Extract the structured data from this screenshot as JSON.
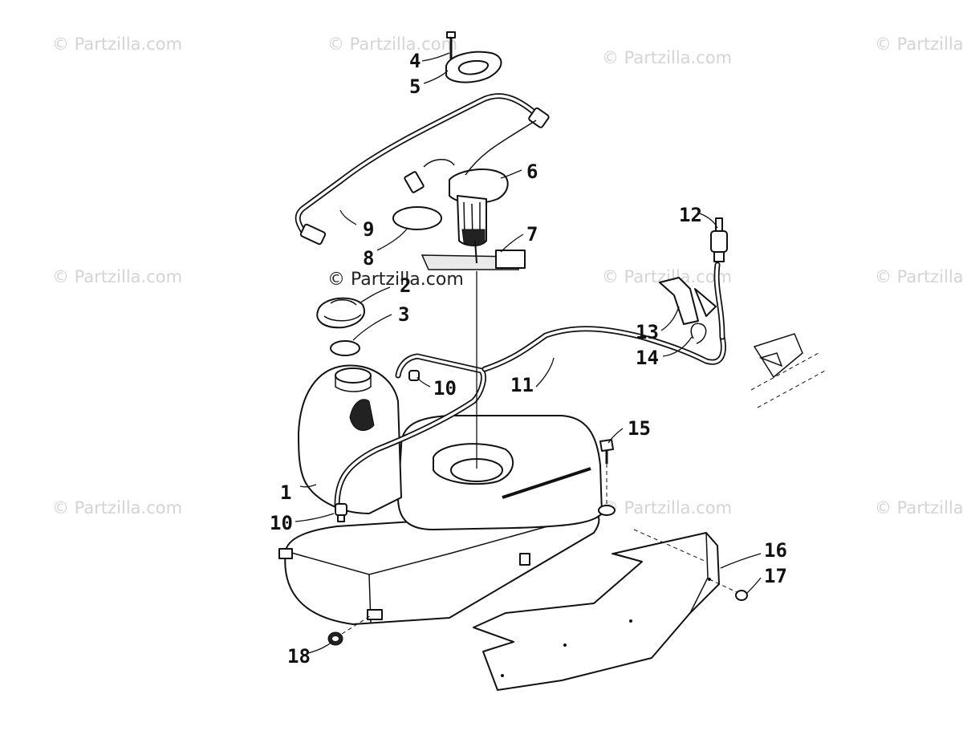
{
  "watermarks": [
    "© Partzilla.com",
    "© Partzilla.com",
    "© Partzilla.com",
    "© Partzilla.com",
    "© Partzilla.com",
    "© Partzilla.com",
    "© Partzilla.com",
    "© Partzilla.com",
    "© Partzilla.com",
    "© Partzilla.com"
  ],
  "center_watermark": "© Partzilla.com",
  "callouts": [
    "1",
    "2",
    "3",
    "4",
    "5",
    "6",
    "7",
    "8",
    "9",
    "10",
    "10",
    "11",
    "12",
    "13",
    "14",
    "15",
    "16",
    "17",
    "18"
  ],
  "colors": {
    "line": "#111111",
    "watermark": "#d4d4d4",
    "background": "#ffffff"
  }
}
